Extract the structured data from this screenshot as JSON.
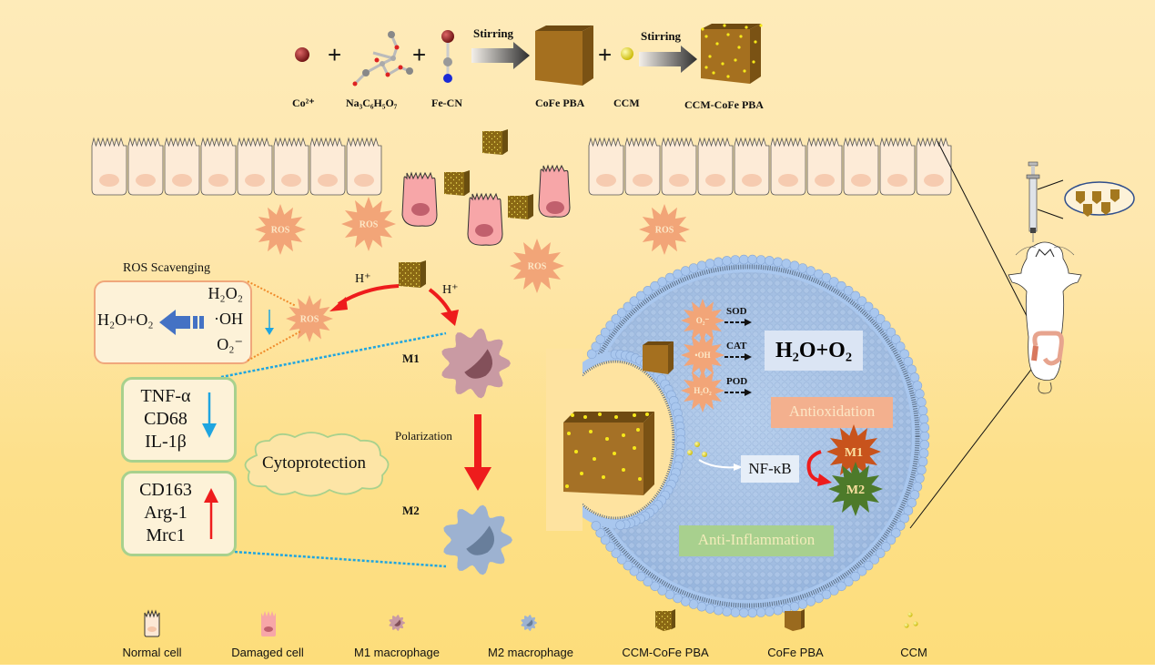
{
  "synthesis": {
    "reagents": [
      {
        "label": "Co²⁺",
        "icon": "cobalt-ion-icon"
      },
      {
        "label": "Na₃C₆H₅O₇",
        "icon": "sodium-citrate-molecule-icon"
      },
      {
        "label": "Fe-CN",
        "icon": "ferricyanide-icon"
      }
    ],
    "plus": "+",
    "step1_label": "Stirring",
    "product1": "CoFe PBA",
    "additive": "CCM",
    "step2_label": "Stirring",
    "product2": "CCM-CoFe PBA"
  },
  "ros_label": "ROS",
  "ros_scavenging": {
    "title": "ROS Scavenging",
    "product": "H₂O+O₂",
    "species": [
      "H₂O₂",
      "·OH",
      "O₂⁻"
    ]
  },
  "proton_left": "H⁺",
  "proton_right": "H⁺",
  "macrophage": {
    "m1_label": "M1",
    "m2_label": "M2",
    "polarization_label": "Polarization"
  },
  "m1_markers": {
    "items": [
      "TNF-α",
      "CD68",
      "IL-1β"
    ],
    "trend": "down"
  },
  "m2_markers": {
    "items": [
      "CD163",
      "Arg-1",
      "Mrc1"
    ],
    "trend": "up"
  },
  "cytoprotection_label": "Cytoprotection",
  "cell_interior": {
    "reactions": [
      {
        "species": "O₂⁻",
        "enzyme": "SOD"
      },
      {
        "species": "•OH",
        "enzyme": "CAT"
      },
      {
        "species": "H₂O₂",
        "enzyme": "POD"
      }
    ],
    "product": "H₂O+O₂",
    "antioxidation_label": "Antioxidation",
    "nfkb_label": "NF-κB",
    "m1_label": "M1",
    "m2_label": "M2",
    "anti_inflammation_label": "Anti-Inflammation"
  },
  "legend": [
    {
      "label": "Normal cell",
      "icon": "normal-cell-icon"
    },
    {
      "label": "Damaged cell",
      "icon": "damaged-cell-icon"
    },
    {
      "label": "M1 macrophage",
      "icon": "m1-macrophage-icon"
    },
    {
      "label": "M2 macrophage",
      "icon": "m2-macrophage-icon"
    },
    {
      "label": "CCM-CoFe PBA",
      "icon": "ccm-cofe-pba-icon"
    },
    {
      "label": "CoFe PBA",
      "icon": "cofe-pba-icon"
    },
    {
      "label": "CCM",
      "icon": "ccm-icon"
    }
  ],
  "colors": {
    "background_top": "#feebb9",
    "background_bottom": "#fddd7a",
    "ros": "#f2a578",
    "pba_brown": "#9a6a1e",
    "ccm_yellow": "#f2e31a",
    "m1_macrophage": "#c99aa3",
    "m2_macrophage": "#9db2d1",
    "membrane_blue": "#a9c7ee",
    "arrow_red": "#ee1c1c",
    "arrow_blue": "#1fa5e0",
    "box_orange": "#f0a77b",
    "box_green": "#a8d18d"
  }
}
